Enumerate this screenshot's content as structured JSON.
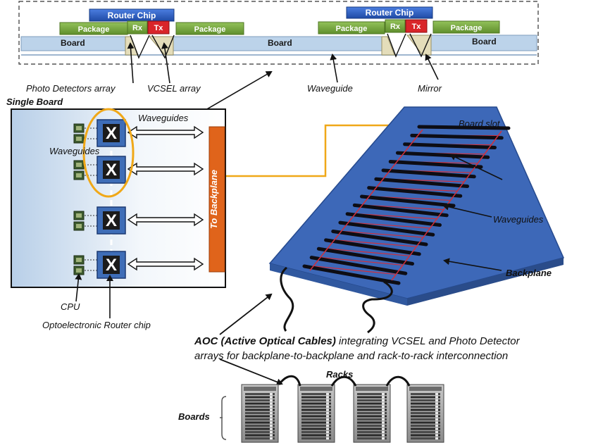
{
  "cross_section": {
    "router_chip_label": "Router Chip",
    "package_label": "Package",
    "rx_label": "Rx",
    "tx_label": "Tx",
    "board_label": "Board"
  },
  "callouts": {
    "photo_detectors": "Photo Detectors array",
    "vcsel": "VCSEL array",
    "waveguide": "Waveguide",
    "mirror": "Mirror"
  },
  "single_board": {
    "title": "Single Board",
    "waveguides_right": "Waveguides",
    "waveguides_left": "Waveguides",
    "backplane_bar": "To Backplane",
    "switch_glyph": "X",
    "cpu": "CPU",
    "router": "Optoelectronic Router chip"
  },
  "backplane": {
    "board_slot": "Board slot",
    "waveguides": "Waveguides",
    "backplane": "Backplane",
    "slot_count": 17
  },
  "aoc": {
    "bold": "AOC (Active Optical Cables)",
    "line1_rest": " integrating VCSEL and Photo Detector",
    "line2": "arrays for backplane-to-backplane and rack-to-rack interconnection"
  },
  "racks": {
    "title": "Racks",
    "boards": "Boards",
    "rack_count": 4
  },
  "colors": {
    "router_chip": "#2f5fc4",
    "package": "#77a83a",
    "tx": "#d9252a",
    "board": "#bcd3ea",
    "backplane": "#3d68b8",
    "backplane_bar": "#e0641b",
    "ellipse": "#f0a818",
    "waveguide_red": "#d1303b"
  }
}
